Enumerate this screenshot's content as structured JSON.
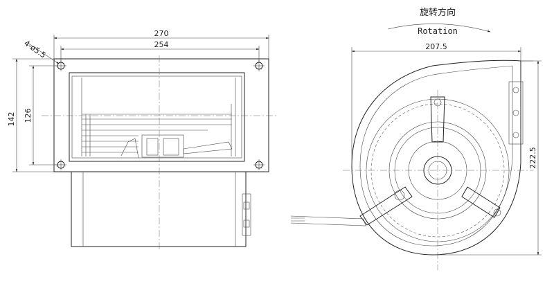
{
  "annotations": {
    "rotation_cn": "旋转方向",
    "rotation_en": "Rotation"
  },
  "dimensions": {
    "overall_width": "270",
    "hole_spacing_width": "254",
    "mount_holes": "4-ø5.5",
    "overall_height": "142",
    "hole_spacing_height": "126",
    "housing_width": "207.5",
    "housing_height": "222.5"
  }
}
